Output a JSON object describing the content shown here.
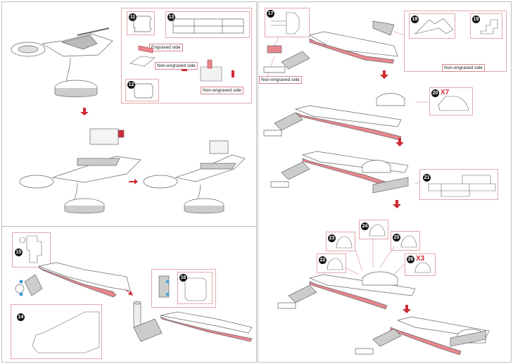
{
  "document": {
    "type": "assembly-instructions",
    "accent_color": "#d02a36",
    "outline_color": "#e3a8ad",
    "highlight_color": "#e8868d"
  },
  "panels": [
    {
      "id": "top-left",
      "steps": [
        {
          "number": "11",
          "label": ""
        },
        {
          "number": "12",
          "label": ""
        },
        {
          "number": "13",
          "label": ""
        }
      ],
      "labels": [
        "Engraved side",
        "Non-engraved side",
        "Non-engraved side"
      ]
    },
    {
      "id": "bottom-left",
      "steps": [
        {
          "number": "14",
          "label": ""
        },
        {
          "number": "15",
          "label": ""
        },
        {
          "number": "16",
          "label": ""
        }
      ]
    },
    {
      "id": "right",
      "steps": [
        {
          "number": "17",
          "label": ""
        },
        {
          "number": "18",
          "label": ""
        },
        {
          "number": "19",
          "label": ""
        },
        {
          "number": "20",
          "multiplier": "X7"
        },
        {
          "number": "21",
          "label": ""
        },
        {
          "number": "22",
          "label": ""
        },
        {
          "number": "23",
          "label": ""
        },
        {
          "number": "24",
          "label": ""
        },
        {
          "number": "25",
          "label": ""
        },
        {
          "number": "26",
          "multiplier": "X3"
        }
      ],
      "labels": [
        "Non-engraved side",
        "Non-engraved side"
      ]
    }
  ],
  "icons": {
    "arrow": "red-arrow-icon",
    "glue_point": "yellow-triangle-icon",
    "alignment_dot": "blue-dot-icon"
  }
}
